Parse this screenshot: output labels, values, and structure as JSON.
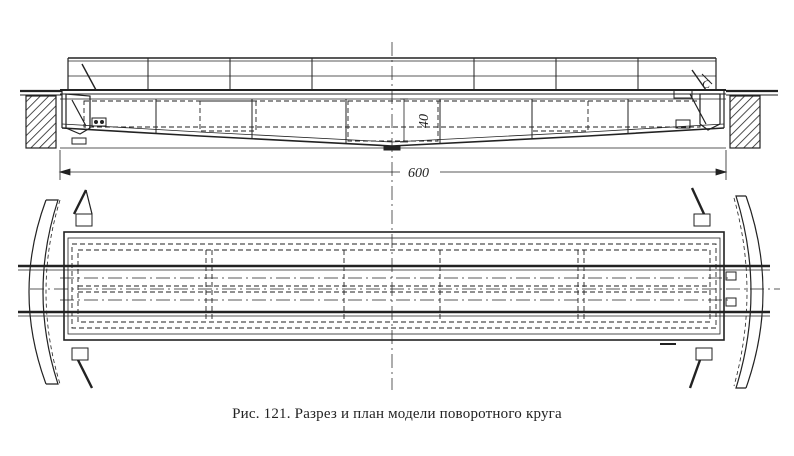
{
  "caption": "Рис. 121. Разрез и план модели поворотного круга",
  "dimensions": {
    "length_label": "600",
    "height_label": "40"
  },
  "markers": {
    "section_mark": "C"
  }
}
